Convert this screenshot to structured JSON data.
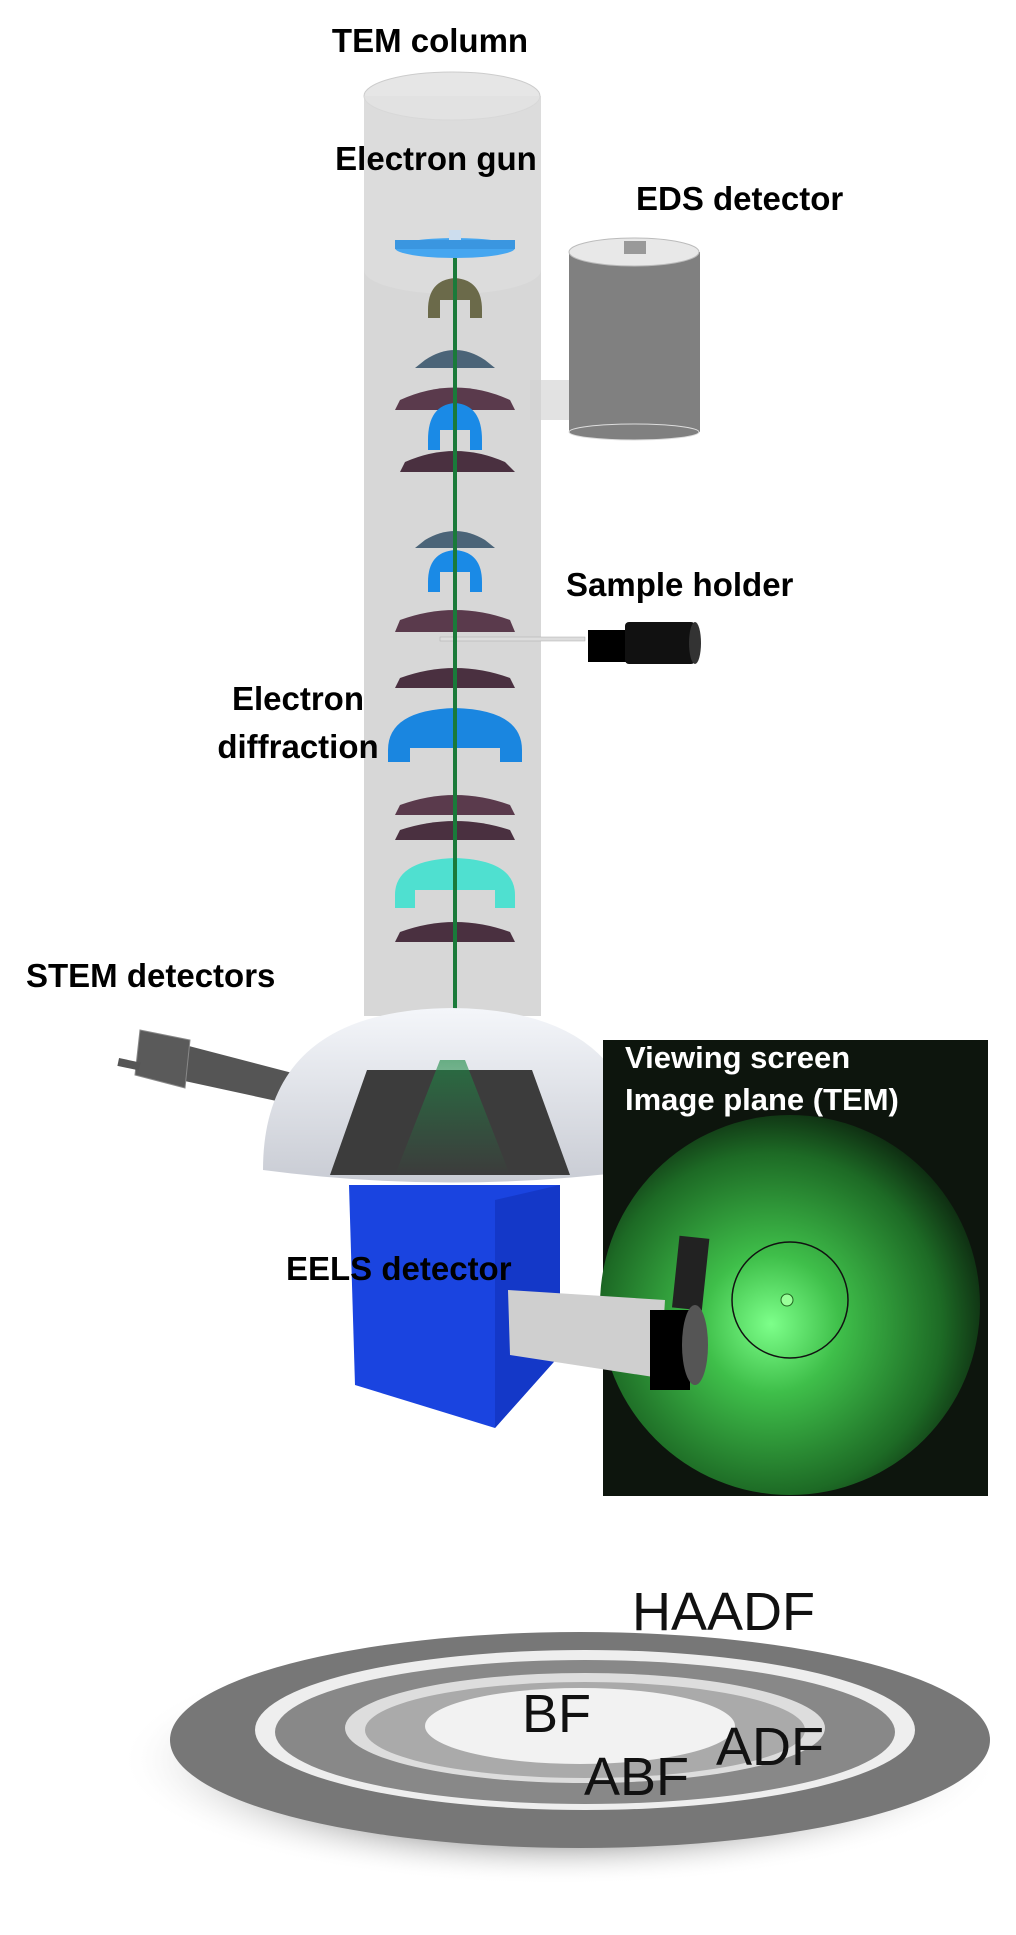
{
  "labels": {
    "tem_column": "TEM column",
    "electron_gun": "Electron gun",
    "eds_detector": "EDS detector",
    "sample_holder": "Sample holder",
    "electron_diffraction_line1": "Electron",
    "electron_diffraction_line2": "diffraction",
    "stem_detectors": "STEM detectors",
    "viewing_screen_line1": "Viewing screen",
    "viewing_screen_line2": "Image plane (TEM)",
    "eels_detector": "EELS detector"
  },
  "detector_rings": {
    "haadf": "HAADF",
    "adf": "ADF",
    "abf": "ABF",
    "bf": "BF"
  },
  "colors": {
    "beam": "#1a7a3a",
    "lens_blue": "#1e90e0",
    "lens_purple": "#4a3040",
    "eels_box": "#1a44e0",
    "screen_green": "#3ec050"
  }
}
